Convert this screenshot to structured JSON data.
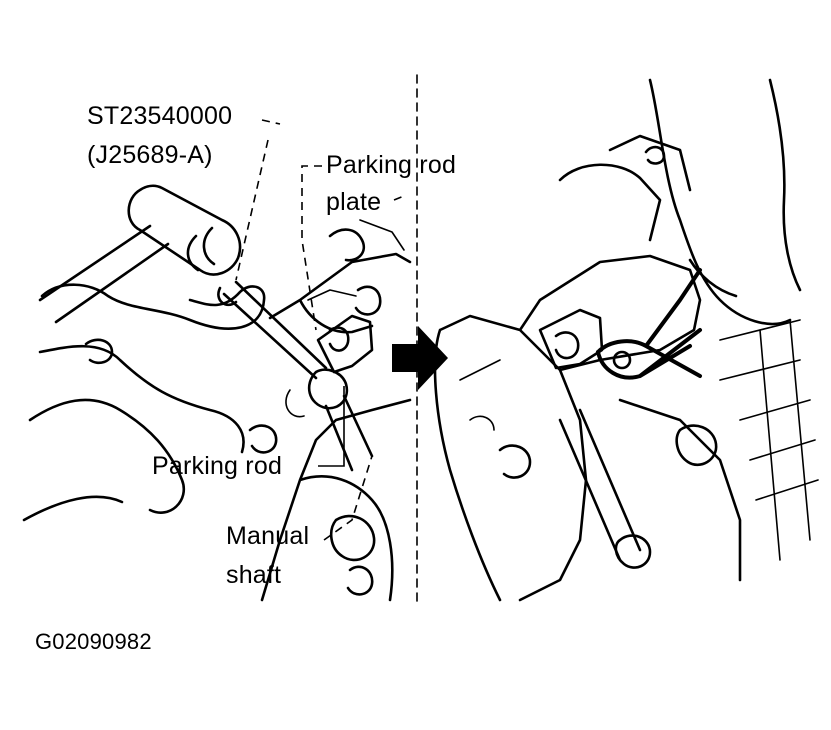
{
  "labels": {
    "tool_number": "ST23540000",
    "tool_alt_number": "(J25689-A)",
    "parking_rod_plate_line1": "Parking rod",
    "parking_rod_plate_line2": "plate",
    "parking_rod": "Parking rod",
    "manual_shaft_line1": "Manual",
    "manual_shaft_line2": "shaft"
  },
  "figure_code": "G02090982",
  "colors": {
    "ink": "#000000",
    "background": "#ffffff"
  },
  "icons": {
    "arrow": "right-arrow-icon"
  }
}
